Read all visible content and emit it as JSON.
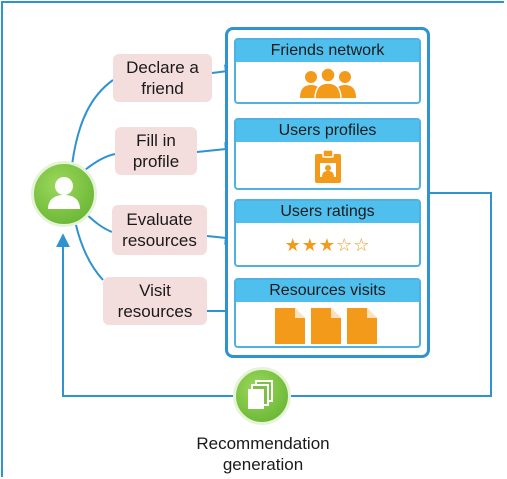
{
  "actions": [
    {
      "label_line1": "Declare a",
      "label_line2": "friend"
    },
    {
      "label_line1": "Fill in",
      "label_line2": "profile"
    },
    {
      "label_line1": "Evaluate",
      "label_line2": "resources"
    },
    {
      "label_line1": "Visit",
      "label_line2": "resources"
    }
  ],
  "stores": [
    {
      "title": "Friends network",
      "icon": "group-people-icon"
    },
    {
      "title": "Users profiles",
      "icon": "id-badge-icon"
    },
    {
      "title": "Users ratings",
      "icon": "star-rating-icon",
      "rating_stars": "★★★☆☆"
    },
    {
      "title": "Resources visits",
      "icon": "documents-icon"
    }
  ],
  "user_node": {
    "icon": "user-icon"
  },
  "recommendation": {
    "icon": "stacked-pages-icon",
    "label_line1": "Recommendation",
    "label_line2": "generation"
  },
  "colors": {
    "accent_blue": "#2f93d0",
    "title_bar_blue": "#4fc0ee",
    "action_box_pink": "#f4dddd",
    "node_green": "#6cbf3a",
    "icon_orange": "#f39a1b"
  }
}
